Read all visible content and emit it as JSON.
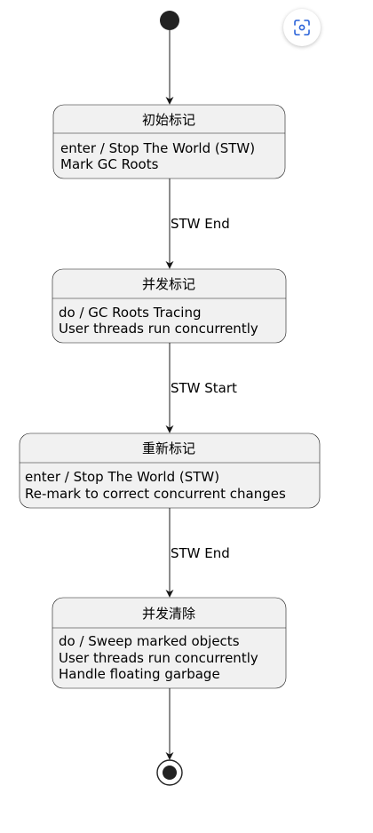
{
  "states": [
    {
      "title": "初始标记",
      "lines": [
        "enter / Stop The World (STW)",
        "Mark GC Roots"
      ]
    },
    {
      "title": "并发标记",
      "lines": [
        "do / GC Roots Tracing",
        "User threads run concurrently"
      ]
    },
    {
      "title": "重新标记",
      "lines": [
        "enter / Stop The World (STW)",
        "Re-mark to correct concurrent changes"
      ]
    },
    {
      "title": "并发清除",
      "lines": [
        "do / Sweep marked objects",
        "User threads run concurrently",
        "Handle floating garbage"
      ]
    }
  ],
  "transitions": [
    {
      "label": "STW End"
    },
    {
      "label": "STW Start"
    },
    {
      "label": "STW End"
    }
  ],
  "icons": {
    "scan": "scan-icon"
  }
}
